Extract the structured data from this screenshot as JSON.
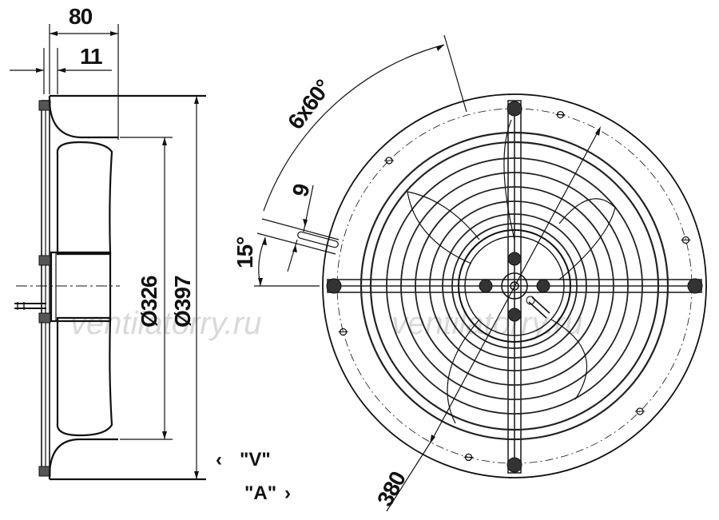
{
  "dimensions": {
    "depth": "80",
    "flange": "11",
    "inner_dia": "Ø326",
    "outer_dia": "Ø397",
    "hole_angle": "6x60°",
    "slot": "9",
    "offset_angle": "15°",
    "pitch_dia": "380"
  },
  "flow": {
    "v_label": "\"V\"",
    "a_label": "\"A\"",
    "v_arrow": "‹",
    "a_arrow": "›"
  },
  "watermark": {
    "left": "ventilatorry.ru",
    "right": "ventilatorry.ru"
  }
}
